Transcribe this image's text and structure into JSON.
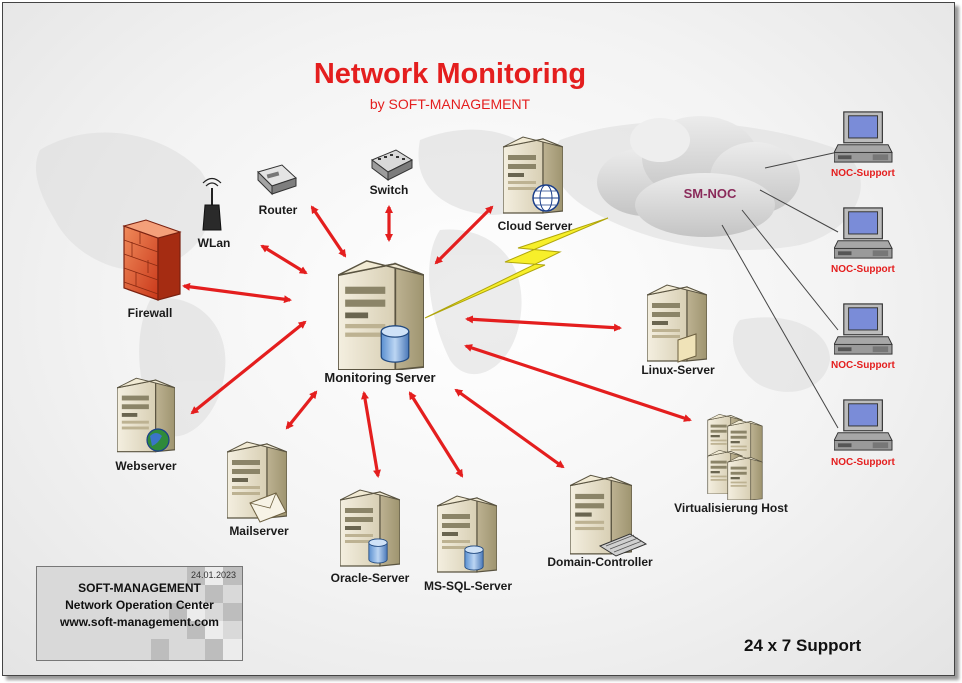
{
  "header": {
    "title": "Network Monitoring",
    "subtitle": "by SOFT-MANAGEMENT"
  },
  "nodes": {
    "monitoring_server": "Monitoring Server",
    "switch": "Switch",
    "router": "Router",
    "wlan": "WLan",
    "firewall": "Firewall",
    "cloud_server": "Cloud Server",
    "linux_server": "Linux-Server",
    "virtualisierung_host": "Virtualisierung Host",
    "domain_controller": "Domain-Controller",
    "ms_sql_server": "MS-SQL-Server",
    "oracle_server": "Oracle-Server",
    "mailserver": "Mailserver",
    "webserver": "Webserver"
  },
  "cloud": {
    "label": "SM-NOC"
  },
  "noc_clients": [
    "NOC-Support",
    "NOC-Support",
    "NOC-Support",
    "NOC-Support"
  ],
  "info_box": {
    "date": "24.01.2023",
    "line1": "SOFT-MANAGEMENT",
    "line2": "Network Operation Center",
    "line3": "www.soft-management.com"
  },
  "footer": {
    "support": "24 x 7 Support"
  },
  "colors": {
    "accent_red": "#e41e1e",
    "arrow_red": "#e41e1e",
    "cloud_label": "#8a2a5a",
    "server_body": "#e9e2cf",
    "lightning": "#f7ef2a"
  }
}
